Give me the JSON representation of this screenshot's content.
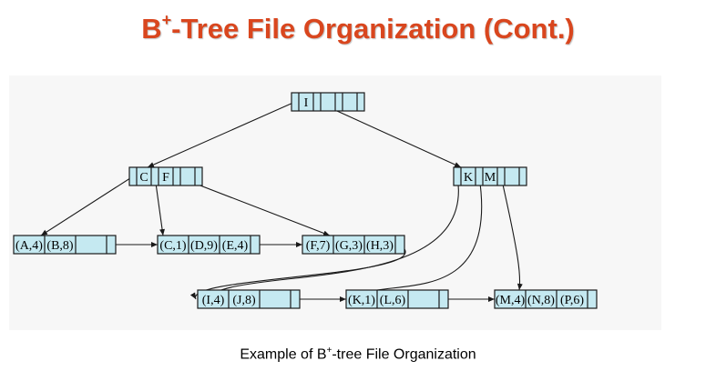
{
  "title": {
    "main": "B",
    "superscript": "+",
    "rest": "-Tree File Organization (Cont.)"
  },
  "caption": {
    "main": "Example of B",
    "superscript": "+",
    "rest": "-tree File Organization"
  },
  "colors": {
    "title": "#d9461e",
    "node_fill": "#c5e9f1",
    "stroke": "#1a1a1a"
  },
  "tree": {
    "root": {
      "keys": [
        "I"
      ]
    },
    "internal": [
      {
        "keys": [
          "C",
          "F"
        ]
      },
      {
        "keys": [
          "K",
          "M"
        ]
      }
    ],
    "leaves": [
      {
        "records": [
          "(A,4)",
          "(B,8)"
        ]
      },
      {
        "records": [
          "(C,1)",
          "(D,9)",
          "(E,4)"
        ]
      },
      {
        "records": [
          "(F,7)",
          "(G,3)",
          "(H,3)"
        ]
      },
      {
        "records": [
          "(I,4)",
          "(J,8)"
        ]
      },
      {
        "records": [
          "(K,1)",
          "(L,6)"
        ]
      },
      {
        "records": [
          "(M,4)",
          "(N,8)",
          "(P,6)"
        ]
      }
    ]
  }
}
